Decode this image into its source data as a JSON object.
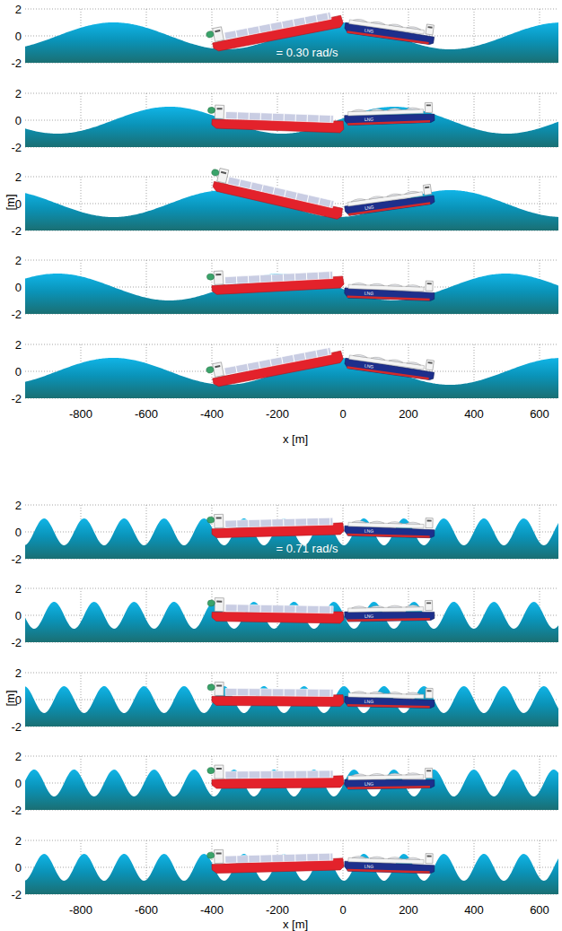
{
  "diagram": {
    "labels": [
      "= 0.30 rad/s",
      "2",
      "0",
      "-2",
      "LNG",
      "2",
      "0",
      "-2",
      "LNG",
      "2",
      "0",
      "-2",
      "LNG",
      "2",
      "0",
      "-2",
      "LNG",
      "2",
      "0",
      "-2",
      "LNG",
      "[m]",
      "-800",
      "-600",
      "-400",
      "-200",
      "0",
      "200",
      "400",
      "600",
      "x [m]",
      "= 0.71 rad/s",
      "2",
      "0",
      "-2",
      "LNG",
      "2",
      "0",
      "-2",
      "LNG",
      "2",
      "0",
      "-2",
      "LNG",
      "2",
      "0",
      "-2",
      "LNG",
      "2",
      "0",
      "-2",
      "LNG",
      "[m]",
      "-800",
      "-600",
      "-400",
      "-200",
      "0",
      "200",
      "400",
      "600",
      "x [m]"
    ]
  }
}
